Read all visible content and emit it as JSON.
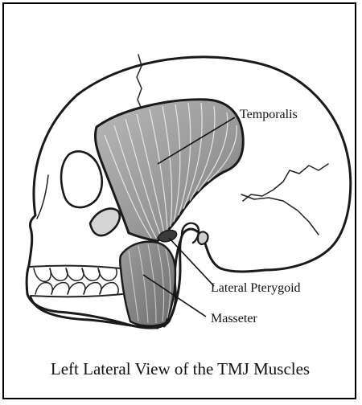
{
  "figure": {
    "labels": {
      "temporalis": "Temporalis",
      "lateral_pterygoid": "Lateral Pterygoid",
      "masseter": "Masseter"
    },
    "caption": "Left Lateral View of the TMJ Muscles",
    "colors": {
      "background": "#ffffff",
      "outline": "#1a1a1a",
      "muscle_fill": "#8a8a8a",
      "muscle_striation": "#f2f2f2"
    }
  }
}
